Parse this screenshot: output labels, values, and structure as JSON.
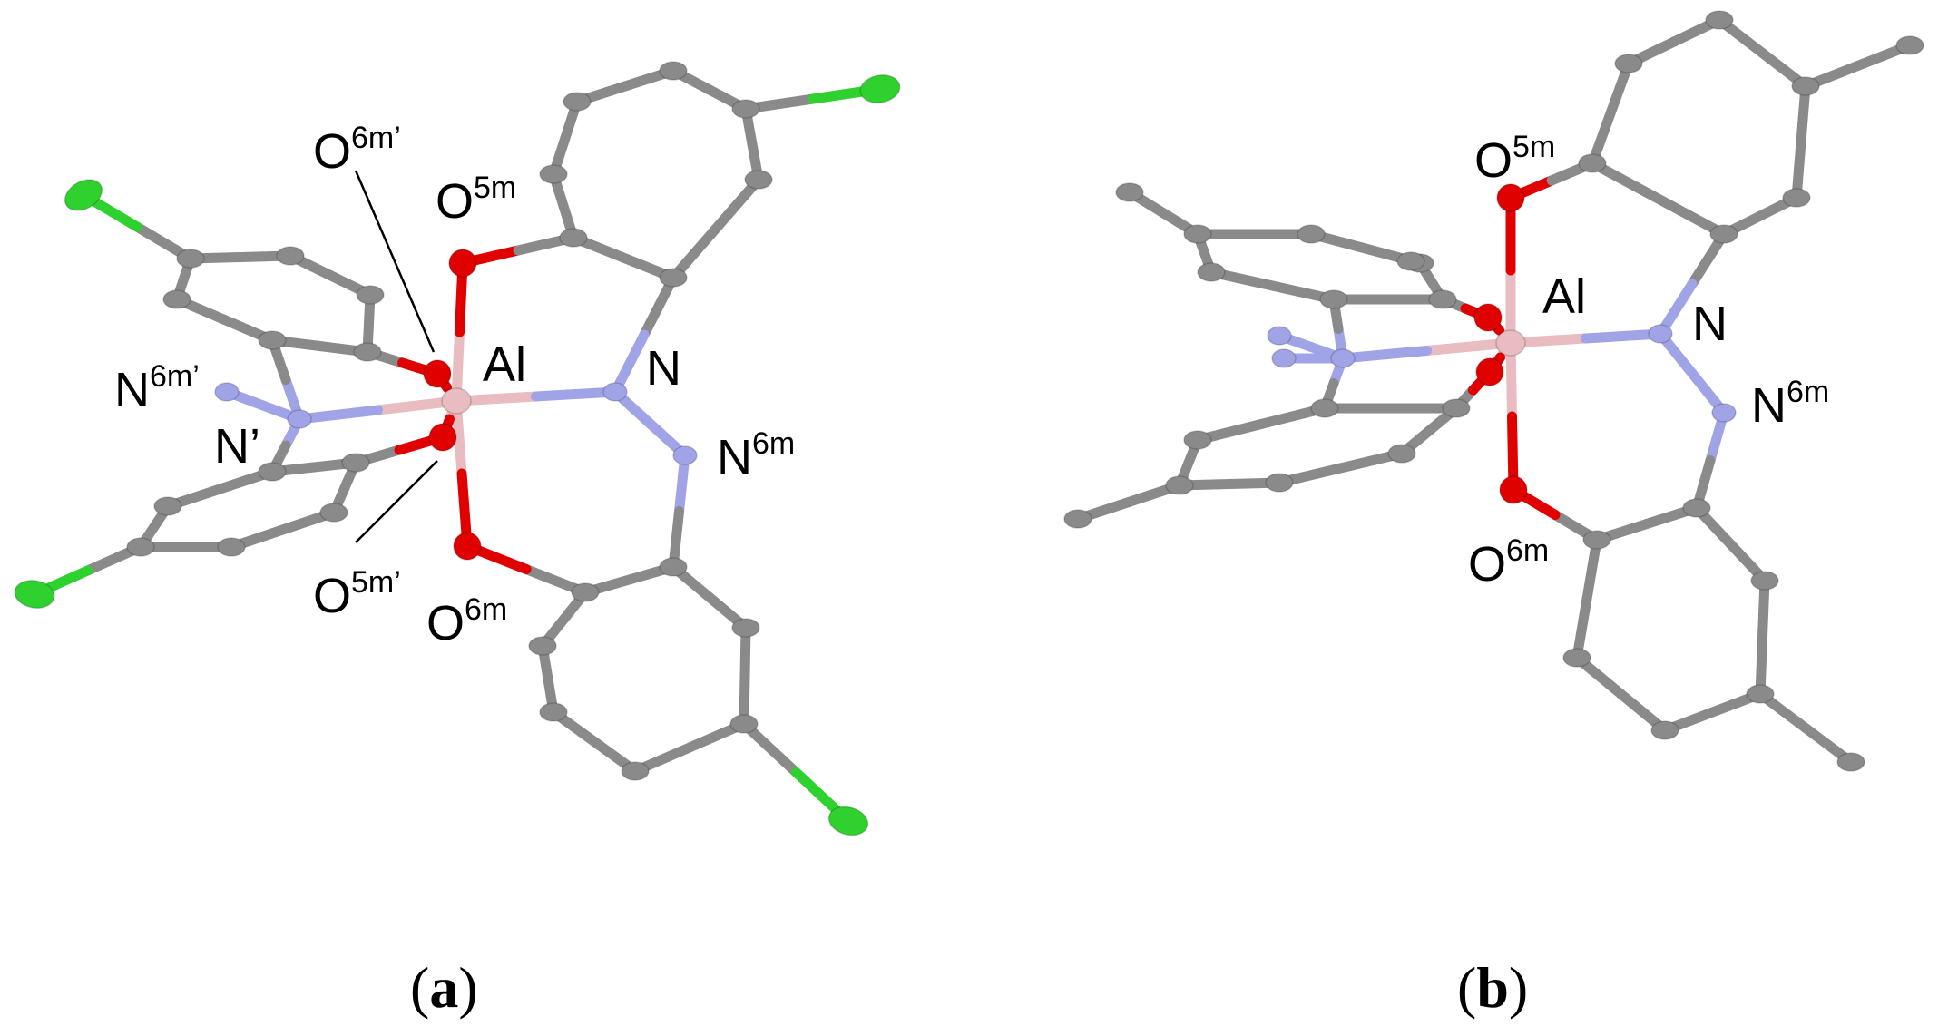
{
  "colors": {
    "carbon": "#8a8a8a",
    "carbon_dark": "#6e6e6e",
    "oxygen": "#e00000",
    "nitrogen": "#a0a4e6",
    "chlorine": "#2ed12e",
    "aluminum": "#e8bcc0"
  },
  "panels": [
    {
      "id": "a",
      "caption_open": "(",
      "caption_letter": "a",
      "caption_close": ")",
      "labels": [
        {
          "id": "O6m_prime",
          "main": "O",
          "sup": "6m’"
        },
        {
          "id": "O5m",
          "main": "O",
          "sup": "5m"
        },
        {
          "id": "Al",
          "main": "Al",
          "sup": ""
        },
        {
          "id": "N",
          "main": "N",
          "sup": ""
        },
        {
          "id": "N6m_prime",
          "main": "N",
          "sup": "6m’"
        },
        {
          "id": "N_prime",
          "main": "N’",
          "sup": ""
        },
        {
          "id": "N6m",
          "main": "N",
          "sup": "6m"
        },
        {
          "id": "O5m_prime",
          "main": "O",
          "sup": "5m’"
        },
        {
          "id": "O6m",
          "main": "O",
          "sup": "6m"
        }
      ]
    },
    {
      "id": "b",
      "caption_open": "(",
      "caption_letter": "b",
      "caption_close": ")",
      "labels": [
        {
          "id": "O5m",
          "main": "O",
          "sup": "5m"
        },
        {
          "id": "Al",
          "main": "Al",
          "sup": ""
        },
        {
          "id": "N",
          "main": "N",
          "sup": ""
        },
        {
          "id": "N6m",
          "main": "N",
          "sup": "6m"
        },
        {
          "id": "O6m",
          "main": "O",
          "sup": "6m"
        }
      ]
    }
  ]
}
